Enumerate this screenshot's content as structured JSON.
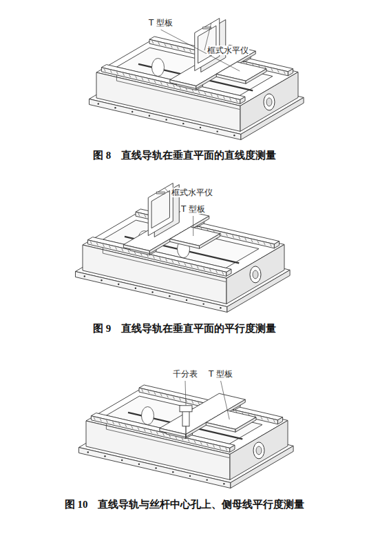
{
  "diagram": {
    "labels": [
      "T 型板",
      "框式水平仪",
      "图 8　直线导轨在垂直平面的直线度测量",
      "框式水平仪",
      "T 型板",
      "图 9　直线导轨在垂直平面的平行度测量",
      "千分表",
      "T 型板",
      "图 10　直线导轨与丝杆中心孔上、侧母线平行度测量"
    ]
  }
}
